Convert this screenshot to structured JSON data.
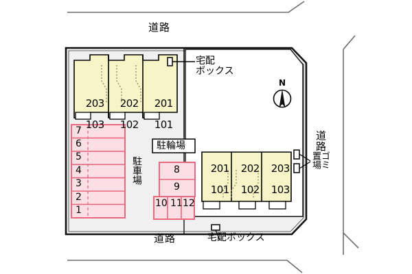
{
  "figure": {
    "title": "apartment-site-plan",
    "colors": {
      "building_fill": "#f7f4c8",
      "building_stroke": "#000000",
      "stall_fill": "#fbdfe4",
      "stall_stroke": "#e8697f",
      "site_fill": "#f0f0f0",
      "page_bg": "#ffffff",
      "line": "#000000",
      "road_line": "#666666"
    }
  },
  "roads": {
    "north": "道路",
    "east": "道路",
    "south": "道路"
  },
  "compass": {
    "label": "N",
    "name": "north-arrow"
  },
  "north_building": {
    "units": [
      {
        "upper": "203",
        "lower": "103"
      },
      {
        "upper": "202",
        "lower": "102"
      },
      {
        "upper": "201",
        "lower": "101"
      }
    ]
  },
  "south_building": {
    "units": [
      {
        "upper": "201",
        "lower": "101"
      },
      {
        "upper": "202",
        "lower": "102"
      },
      {
        "upper": "203",
        "lower": "103"
      }
    ]
  },
  "parking": {
    "label": "駐車場",
    "west_stalls": [
      "7",
      "6",
      "5",
      "4",
      "3",
      "2",
      "1"
    ],
    "center_stalls_top": [
      "8",
      "9"
    ],
    "center_stalls_bottom": [
      "10",
      "11",
      "12"
    ]
  },
  "bicycle_parking": {
    "label": "駐輪場"
  },
  "delivery_boxes": [
    {
      "label": "宅配\nボックス",
      "position": "north"
    },
    {
      "label": "宅配ボックス",
      "position": "south"
    }
  ],
  "garbage_area": {
    "label": "ゴミ\n置場"
  }
}
